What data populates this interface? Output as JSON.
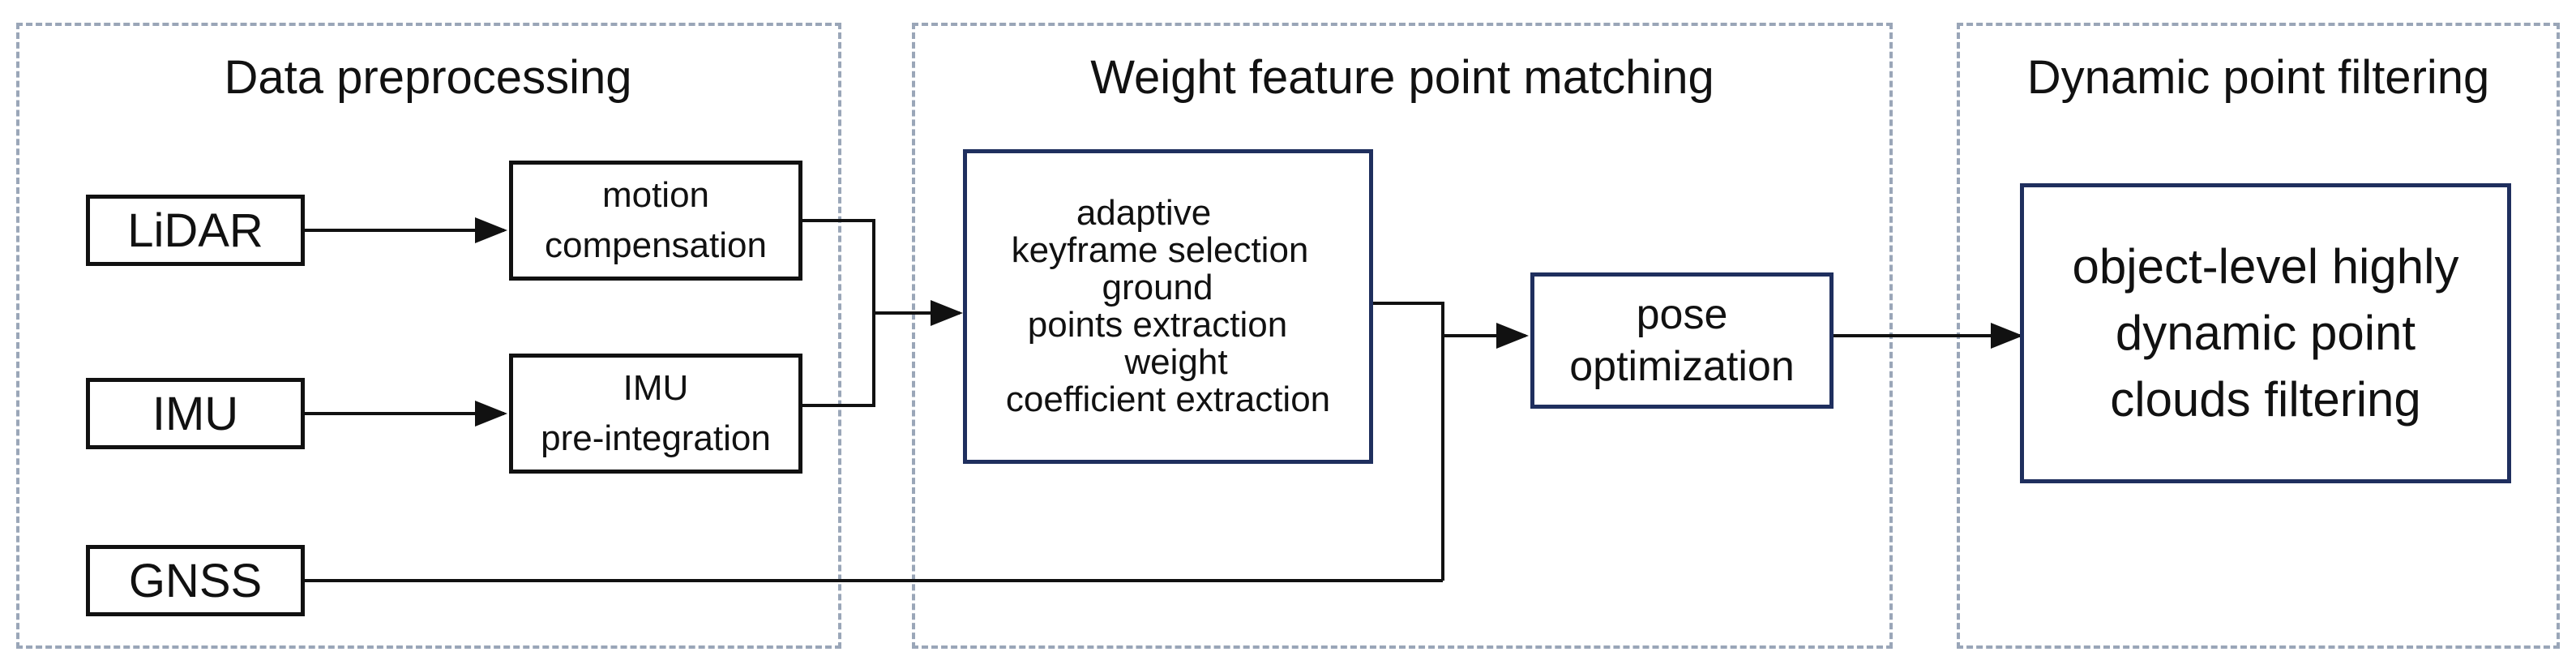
{
  "sections": {
    "preprocessing": {
      "title": "Data preprocessing"
    },
    "matching": {
      "title": "Weight feature point matching"
    },
    "filtering": {
      "title": "Dynamic point filtering"
    }
  },
  "inputs": {
    "lidar": "LiDAR",
    "imu": "IMU",
    "gnss": "GNSS"
  },
  "preprocess_boxes": {
    "motion_compensation": {
      "line1": "motion",
      "line2": "compensation"
    },
    "imu_preintegration": {
      "line1": "IMU",
      "line2": "pre-integration"
    }
  },
  "matching_box": {
    "lines": [
      "adaptive",
      "keyframe selection",
      "ground",
      "points extraction",
      "weight",
      "coefficient extraction"
    ]
  },
  "pose_box": {
    "line1": "pose",
    "line2": "optimization"
  },
  "filter_box": {
    "line1": "object-level highly",
    "line2": "dynamic point",
    "line3": "clouds filtering"
  }
}
